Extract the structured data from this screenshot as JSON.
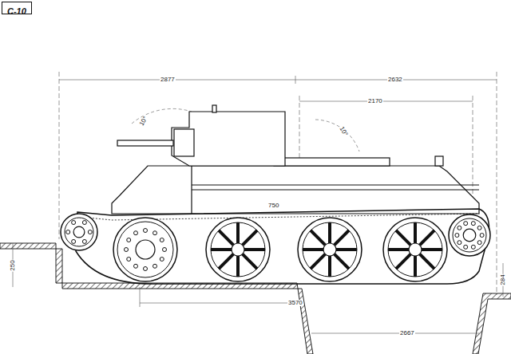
{
  "diagram": {
    "nodes": [
      {
        "text": [
          "C-10"
        ]
      }
    ],
    "labels": [
      "2877",
      "2632",
      "2170",
      "750",
      "3570",
      "2667",
      "250",
      "284",
      "10°",
      "10°"
    ]
  }
}
